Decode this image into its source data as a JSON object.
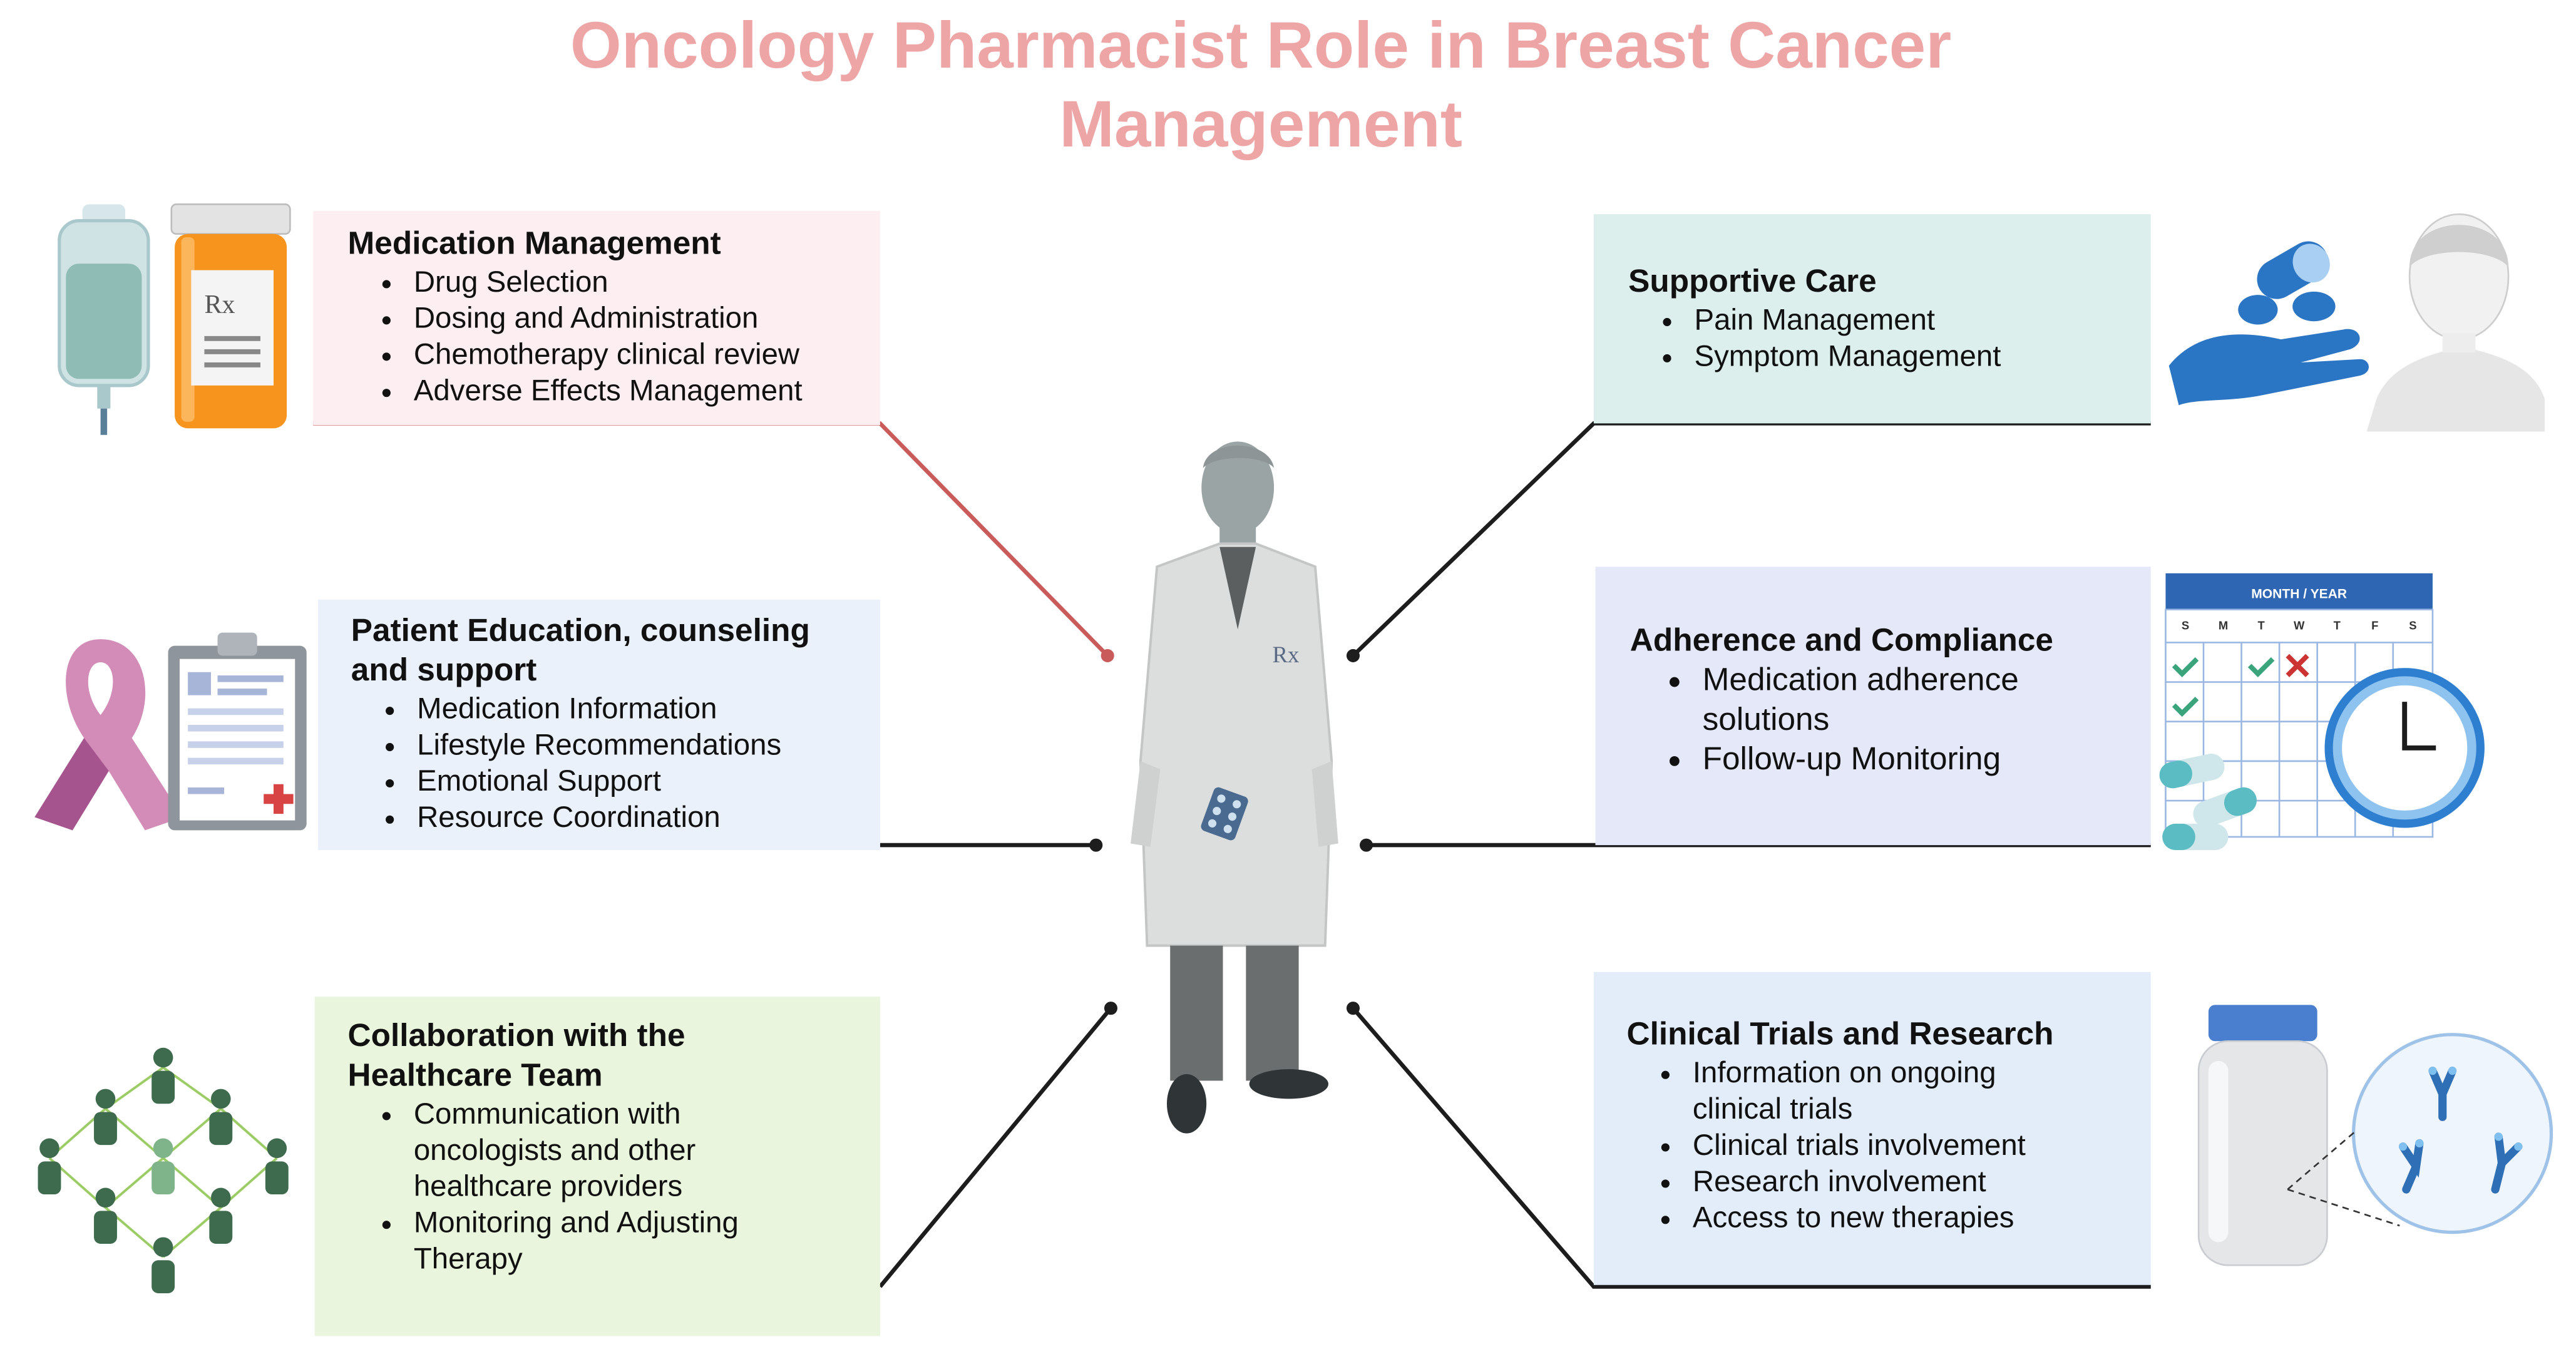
{
  "title_line1": "Oncology Pharmacist Role in Breast Cancer",
  "title_line2": "Management",
  "boxes": {
    "medication": {
      "heading": "Medication Management",
      "items": [
        "Drug Selection",
        "Dosing and Administration",
        "Chemotherapy clinical review",
        "Adverse Effects Management"
      ]
    },
    "education": {
      "heading_line1": "Patient Education, counseling",
      "heading_line2": "and support",
      "items": [
        "Medication Information",
        "Lifestyle Recommendations",
        "Emotional Support",
        "Resource Coordination"
      ]
    },
    "collaboration": {
      "heading_line1": "Collaboration with the",
      "heading_line2": "Healthcare Team",
      "item1_line1": "Communication with",
      "item1_line2": "oncologists and other",
      "item1_line3": "healthcare providers",
      "item2_line1": "Monitoring and Adjusting",
      "item2_line2": "Therapy"
    },
    "supportive": {
      "heading": "Supportive Care",
      "items": [
        "Pain Management",
        "Symptom Management"
      ]
    },
    "adherence": {
      "heading": "Adherence and Compliance",
      "item1_line1": "Medication adherence",
      "item1_line2": "solutions",
      "item2": "Follow-up Monitoring"
    },
    "clinical": {
      "heading": "Clinical Trials and Research",
      "item1_line1": "Information on ongoing",
      "item1_line2": "clinical trials",
      "items_rest": [
        "Clinical trials involvement",
        "Research involvement",
        "Access to new therapies"
      ]
    }
  },
  "icons": {
    "rx_label": "Rx",
    "calendar_header": "MONTH / YEAR",
    "weekdays": [
      "S",
      "M",
      "T",
      "W",
      "T",
      "F",
      "S"
    ]
  },
  "colors": {
    "title": "#eea5a5",
    "medication_link": "#c95b5b",
    "link": "#1d1d1d"
  }
}
